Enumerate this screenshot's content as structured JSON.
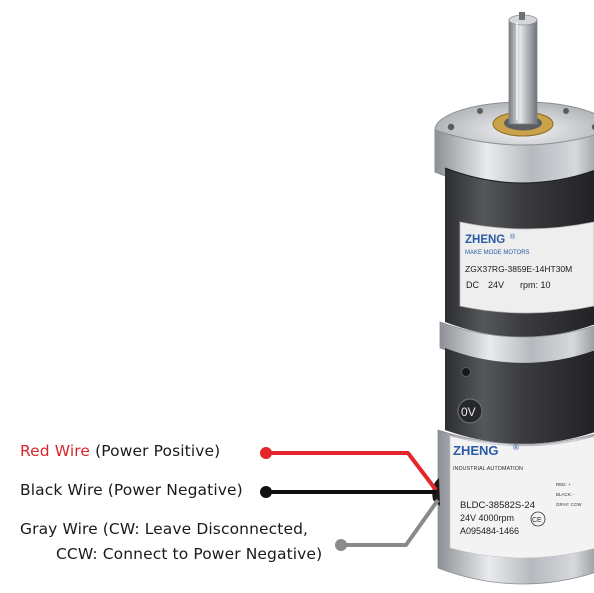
{
  "colors": {
    "red_wire": "#e3262b",
    "black_wire": "#111111",
    "gray_wire": "#8a8a8a",
    "brand_blue": "#2a5aa6"
  },
  "gear_label": {
    "brand": "ZHENG",
    "reg": "®",
    "tagline": "MAKE MODE MOTORS",
    "model": "ZGX37RG-3859E-14HT30M",
    "spec_dc": "DC",
    "spec_volt": "24V",
    "spec_rpm": "rpm: 10"
  },
  "motor_label": {
    "brand": "ZHENG",
    "reg": "®",
    "tagline": "INDUSTRIAL AUTOMATION",
    "model": "BLDC-38582S-24",
    "spec": "24V  4000rpm",
    "serial": "A095484-1466",
    "cert": "CE",
    "wire_codes": [
      "RED: +",
      "BLACK: -",
      "GRAY: CCW"
    ]
  },
  "ov_mark": "0V",
  "labels": {
    "red": {
      "title": "Red Wire",
      "desc": " (Power Positive)"
    },
    "black": "Black Wire (Power Negative)",
    "gray_line1": "Gray Wire (CW: Leave Disconnected,",
    "gray_line2": "CCW: Connect to Power Negative)"
  }
}
